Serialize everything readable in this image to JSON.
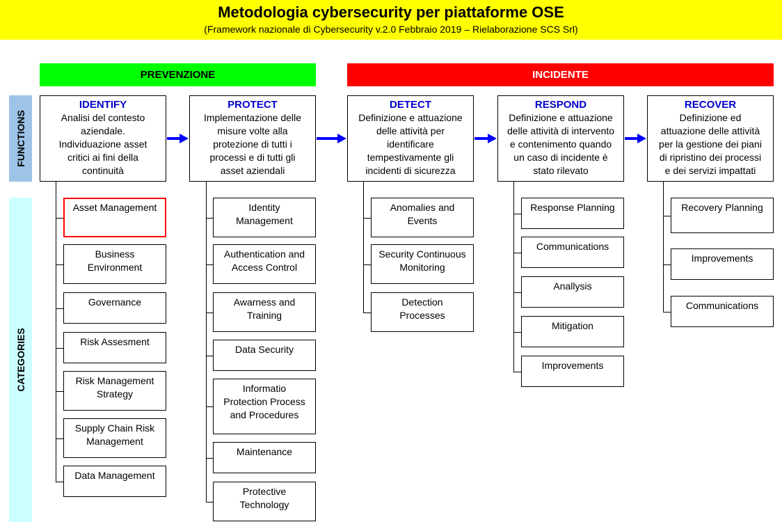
{
  "title": "Metodologia cybersecurity per piattaforme OSE",
  "subtitle": "(Framework nazionale di Cybersecurity v.2.0 Febbraio 2019 – Rielaborazione SCS Srl)",
  "phases": {
    "prevenzione": "PREVENZIONE",
    "incidente": "INCIDENTE"
  },
  "side_labels": {
    "functions": "FUNCTIONS",
    "categories": "CATEGORIES"
  },
  "colors": {
    "title_bg": "#ffff00",
    "prevenzione": "#00ff00",
    "incidente": "#ff0000",
    "functions_label_bg": "#9dc3e6",
    "categories_label_bg": "#ccffff",
    "function_name": "#0000cc",
    "arrow": "#0000ff",
    "highlight": "#ff0000"
  },
  "functions": [
    {
      "name": "IDENTIFY",
      "desc": [
        "Analisi del contesto",
        "aziendale.",
        "Individuazione asset",
        "critici ai fini della",
        "continuità"
      ],
      "categories": [
        [
          "Asset Management"
        ],
        [
          "Business",
          "Environment"
        ],
        [
          "Governance"
        ],
        [
          "Risk Assesment"
        ],
        [
          "Risk Management",
          "Strategy"
        ],
        [
          "Supply Chain Risk",
          "Management"
        ],
        [
          "Data Management"
        ]
      ]
    },
    {
      "name": "PROTECT",
      "desc": [
        "Implementazione delle",
        "misure volte alla",
        "protezione di tutti i",
        "processi e di tutti gli",
        "asset aziendali"
      ],
      "categories": [
        [
          "Identity",
          "Management"
        ],
        [
          "Authentication and",
          "Access Control"
        ],
        [
          "Awarness and",
          "Training"
        ],
        [
          "Data Security"
        ],
        [
          "Informatio",
          "Protection Process",
          "and Procedures"
        ],
        [
          "Maintenance"
        ],
        [
          "Protective",
          "Technology"
        ]
      ]
    },
    {
      "name": "DETECT",
      "desc": [
        "Definizione e attuazione",
        "delle attività per",
        "identificare",
        "tempestivamente gli",
        "incidenti di sicurezza"
      ],
      "categories": [
        [
          "Anomalies and",
          "Events"
        ],
        [
          "Security Continuous",
          "Monitoring"
        ],
        [
          "Detection",
          "Processes"
        ]
      ]
    },
    {
      "name": "RESPOND",
      "desc": [
        "Definizione e attuazione",
        "delle attività di intervento",
        "e contenimento quando",
        "un caso di incidente è",
        "stato rilevato"
      ],
      "categories": [
        [
          "Response Planning"
        ],
        [
          "Communications"
        ],
        [
          "Anallysis"
        ],
        [
          "Mitigation"
        ],
        [
          "Improvements"
        ]
      ]
    },
    {
      "name": "RECOVER",
      "desc": [
        "Definizione ed",
        "attuazione delle attività",
        "per la gestione dei piani",
        "di ripristino dei processi",
        "e dei servizi impattati"
      ],
      "categories": [
        [
          "Recovery Planning"
        ],
        [
          "Improvements"
        ],
        [
          "Communications"
        ]
      ]
    }
  ]
}
